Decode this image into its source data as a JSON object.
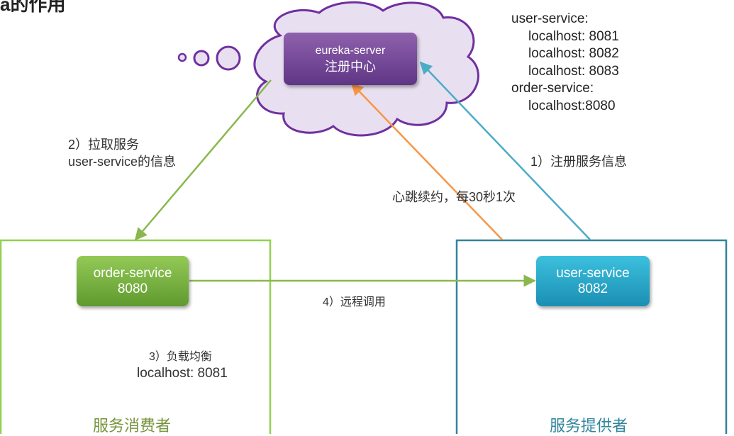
{
  "title_fragment": "a的作用",
  "nodes": {
    "eureka": {
      "name": "eureka-server",
      "sub": "注册中心"
    },
    "order": {
      "name": "order-service",
      "port": "8080"
    },
    "user": {
      "name": "user-service",
      "port": "8082"
    }
  },
  "registry_info": {
    "user_service_label": "user-service:",
    "user_service_hosts": [
      "localhost: 8081",
      "localhost: 8082",
      "localhost: 8083"
    ],
    "order_service_label": "order-service:",
    "order_service_hosts": [
      "localhost:8080"
    ]
  },
  "edges": {
    "fetch_line1": "2）拉取服务",
    "fetch_line2": "user-service的信息",
    "register": "1）注册服务信息",
    "heartbeat": "心跳续约，每30秒1次",
    "remote_call": "4）远程调用",
    "load_balance": "3）负载均衡",
    "load_balance_host": "localhost: 8081"
  },
  "zones": {
    "consumer": "服务消费者",
    "provider": "服务提供者"
  },
  "colors": {
    "consumer_green": "#92d050",
    "provider_blue": "#31849b",
    "cloud_stroke": "#7030a0",
    "cloud_fill": "#e8e0f0",
    "fetch_arrow": "#8ab84e",
    "register_arrow": "#4bacc6",
    "heartbeat_arrow": "#f79646",
    "remote_arrow": "#8ab84e",
    "consumer_text": "#77933c",
    "provider_text": "#31859c"
  }
}
